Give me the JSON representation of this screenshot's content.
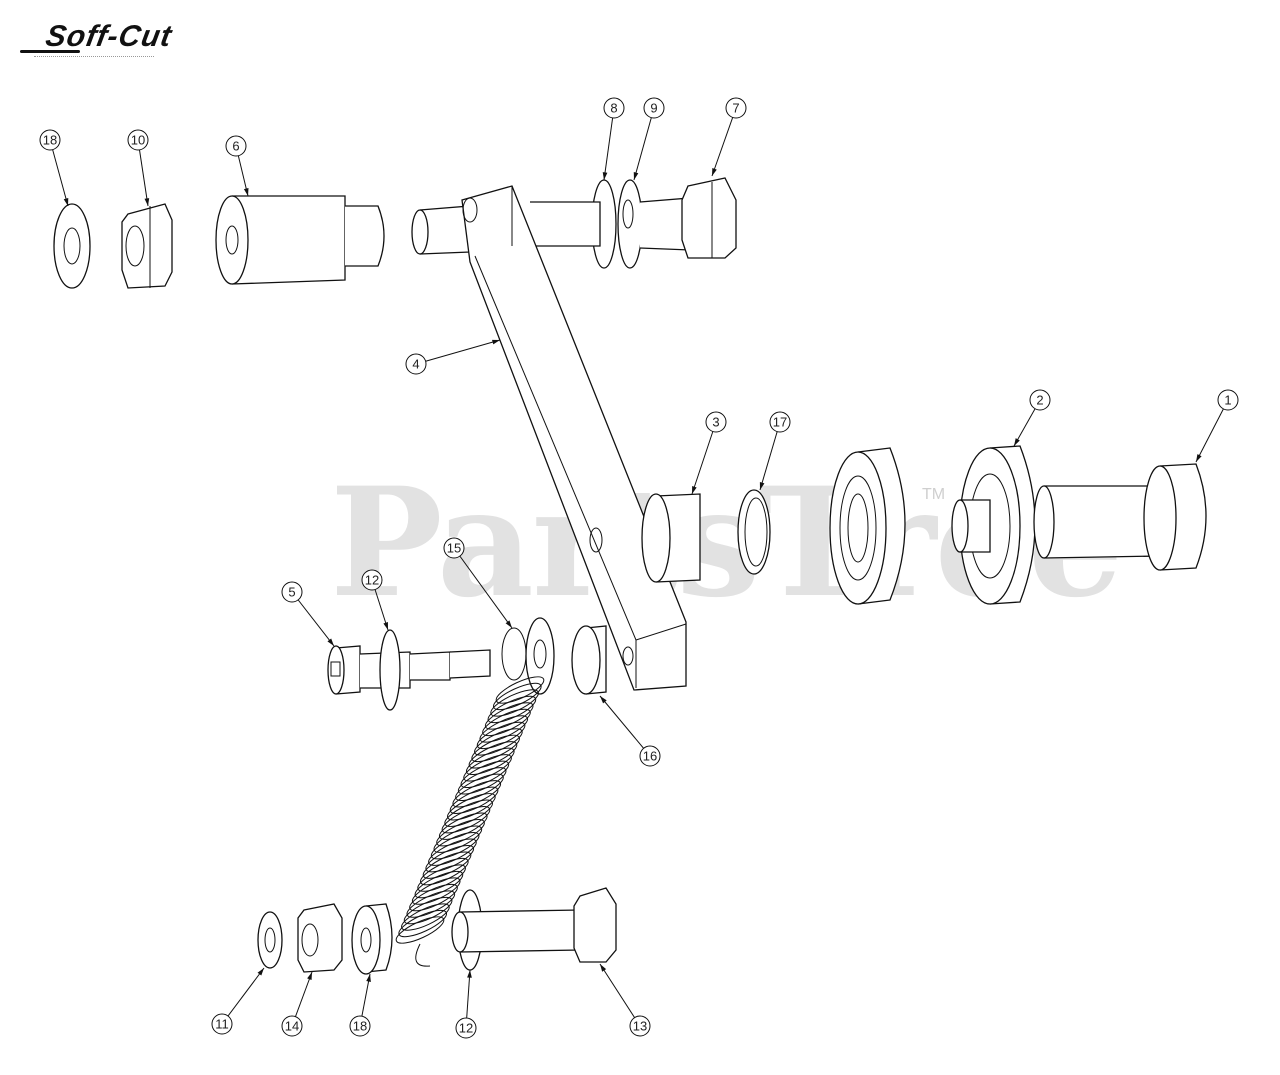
{
  "brand": {
    "name": "Soff-Cut"
  },
  "watermark": {
    "text": "PartsTree",
    "tm": "TM"
  },
  "callouts": [
    {
      "id": "c-18a",
      "label": "18"
    },
    {
      "id": "c-10",
      "label": "10"
    },
    {
      "id": "c-6",
      "label": "6"
    },
    {
      "id": "c-8",
      "label": "8"
    },
    {
      "id": "c-9",
      "label": "9"
    },
    {
      "id": "c-7",
      "label": "7"
    },
    {
      "id": "c-4",
      "label": "4"
    },
    {
      "id": "c-3",
      "label": "3"
    },
    {
      "id": "c-17",
      "label": "17"
    },
    {
      "id": "c-2",
      "label": "2"
    },
    {
      "id": "c-1",
      "label": "1"
    },
    {
      "id": "c-5",
      "label": "5"
    },
    {
      "id": "c-12a",
      "label": "12"
    },
    {
      "id": "c-15",
      "label": "15"
    },
    {
      "id": "c-16",
      "label": "16"
    },
    {
      "id": "c-11",
      "label": "11"
    },
    {
      "id": "c-14",
      "label": "14"
    },
    {
      "id": "c-18b",
      "label": "18"
    },
    {
      "id": "c-12b",
      "label": "12"
    },
    {
      "id": "c-13",
      "label": "13"
    }
  ]
}
